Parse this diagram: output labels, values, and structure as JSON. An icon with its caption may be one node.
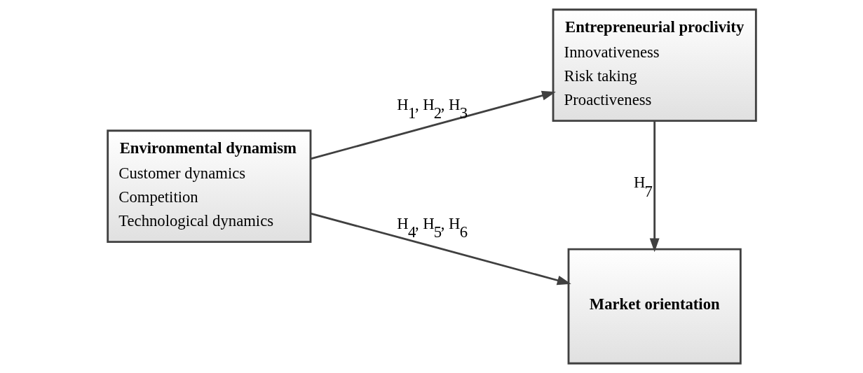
{
  "diagram": {
    "nodes": [
      {
        "text": [
          "Environmental dynamism",
          "Customer dynamics",
          "Competition",
          "Technological dynamics"
        ]
      },
      {
        "text": [
          "Entrepreneurial proclivity",
          "Innovativeness",
          "Risk taking",
          "Proactiveness"
        ]
      },
      {
        "text": [
          "Market orientation"
        ]
      }
    ],
    "edges": [
      {
        "from": 0,
        "to": 1,
        "arrow": "to",
        "label": "H$_{1}$, H$_{2}$, H$_{3}$"
      },
      {
        "from": 0,
        "to": 2,
        "arrow": "to",
        "label": "H$_{4}$, H$_{5}$, H$_{6}$"
      },
      {
        "from": 1,
        "to": 2,
        "arrow": "to",
        "label": "H$_{7}$"
      }
    ]
  }
}
